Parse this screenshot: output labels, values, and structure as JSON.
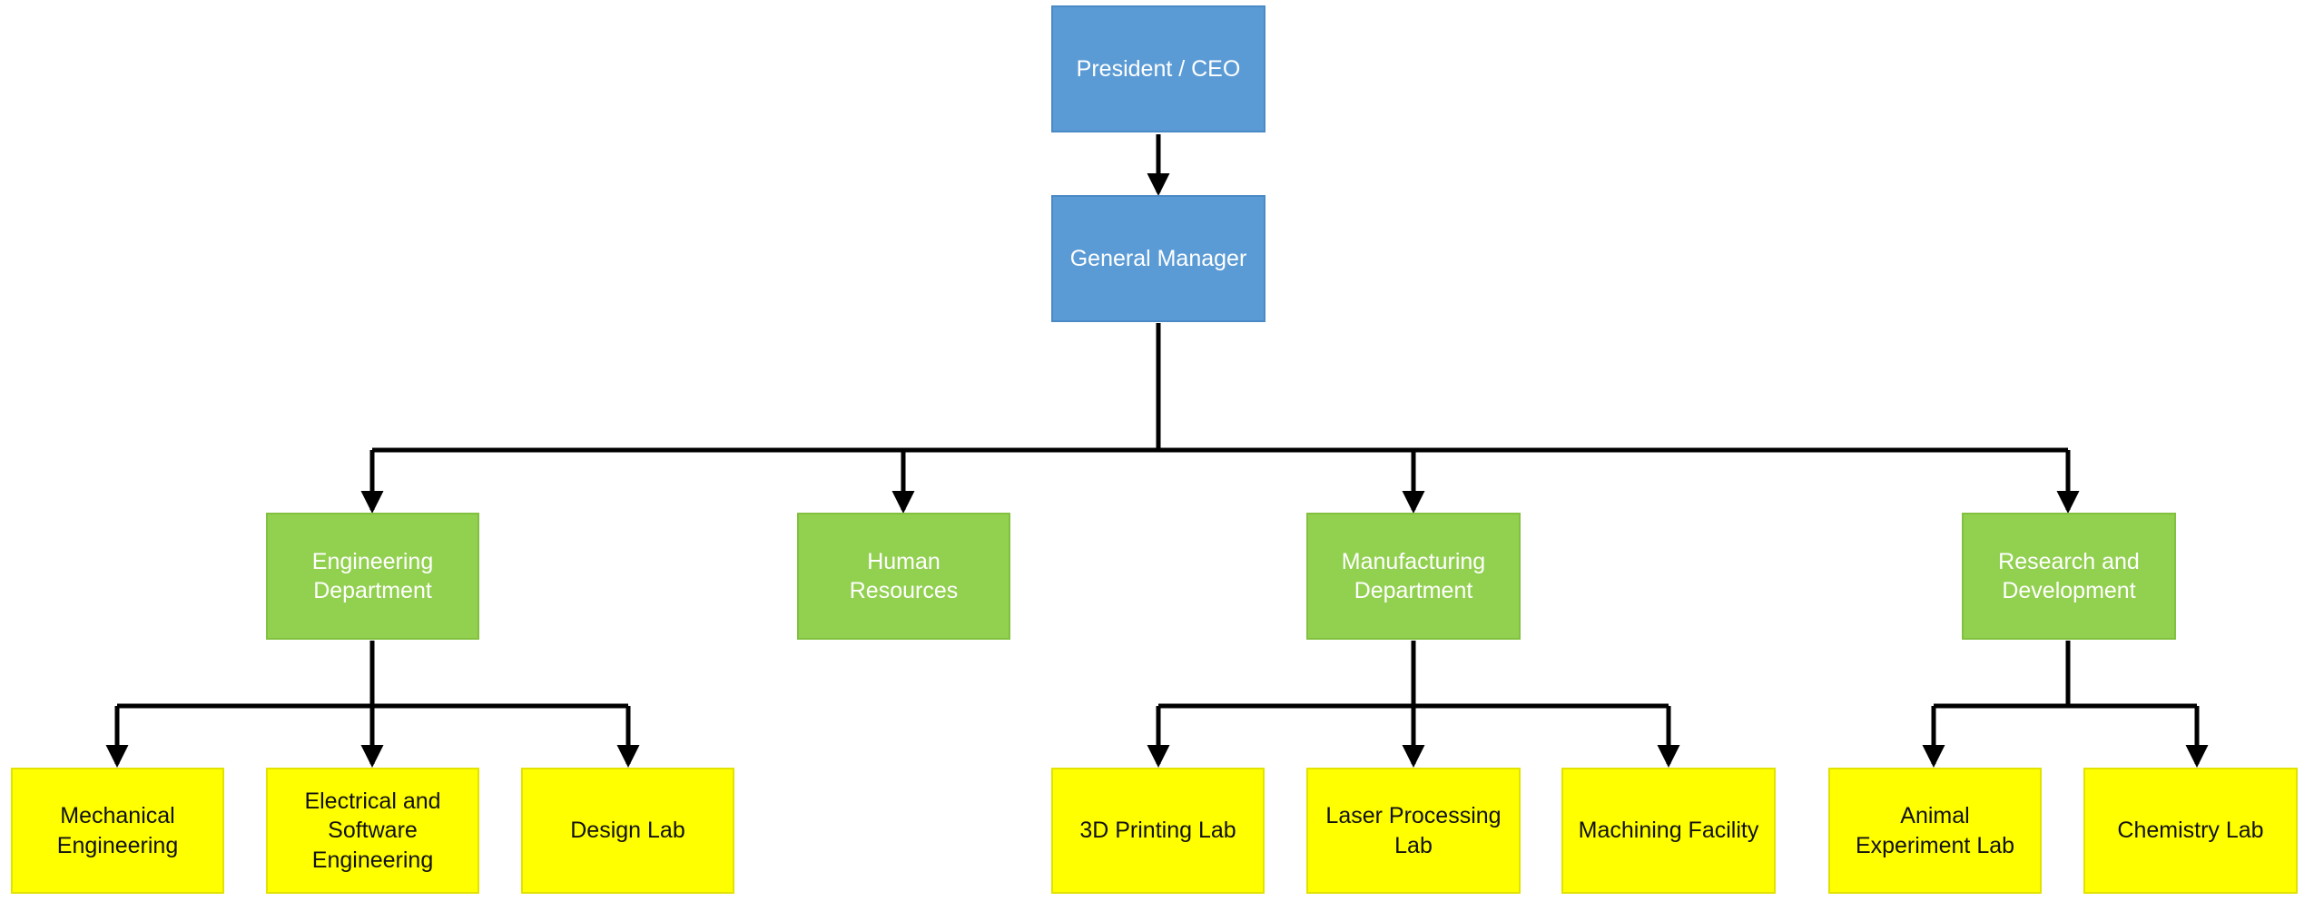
{
  "org_chart": {
    "president": "President / CEO",
    "general_manager": "General Manager",
    "departments": {
      "engineering": "Engineering Department",
      "human_resources": "Human Resources",
      "manufacturing": "Manufacturing Department",
      "research": "Research and Development"
    },
    "units": {
      "mechanical": "Mechanical Engineering",
      "electrical": "Electrical and Software Engineering",
      "design_lab": "Design Lab",
      "printing_lab": "3D Printing Lab",
      "laser_lab": "Laser Processing Lab",
      "machining": "Machining Facility",
      "animal_lab": "Animal Experiment Lab",
      "chemistry_lab": "Chemistry Lab"
    }
  },
  "colors": {
    "executive": "#5b9bd5",
    "department": "#92d050",
    "unit": "#ffff00",
    "connector": "#000000"
  }
}
